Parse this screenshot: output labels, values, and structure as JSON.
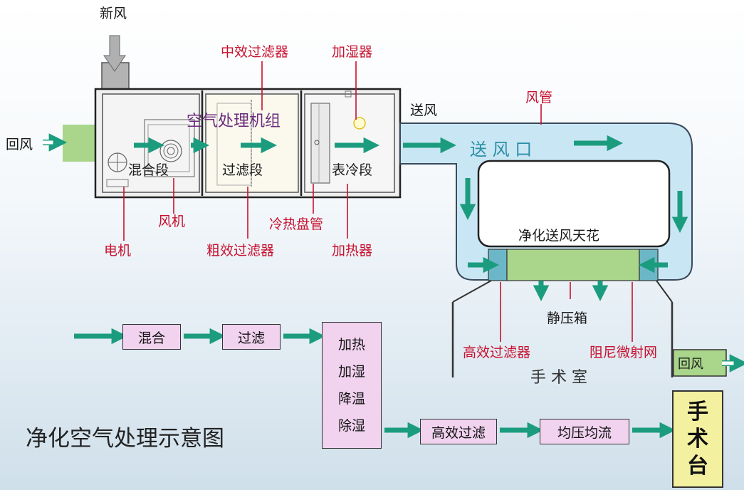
{
  "colors": {
    "arrow": "#1c9c7e",
    "duct_fill": "#c9e6f4",
    "label_red": "#c8102e",
    "flow_box": "#f1d3ef",
    "filter_green": "#a9d68a",
    "table_yellow": "#f3f0a0"
  },
  "ahu": {
    "unit_title": "空气处理机组",
    "fresh_air": "新风",
    "return_air_in": "回风",
    "supply_air": "送风",
    "sections": [
      "混合段",
      "过滤段",
      "表冷段"
    ],
    "labels": {
      "medium_filter": "中效过滤器",
      "humidifier": "加湿器",
      "fan": "风机",
      "motor": "电机",
      "cooling_coil": "冷热盘管",
      "coarse_filter": "粗效过滤器",
      "heater": "加热器"
    }
  },
  "room": {
    "duct": "风管",
    "supply_outlet": "送 风 口",
    "ceiling": "净化送风天花",
    "static_box": "静压箱",
    "hepa": "高效过滤器",
    "damping_mesh": "阻尼微射网",
    "operating_room": "手 术 室",
    "return_air_out": "回风"
  },
  "flow": {
    "steps": [
      "混合",
      "过滤",
      "加热\n加湿\n降温\n除湿",
      "高效过滤",
      "均压均流"
    ],
    "table": "手\n术\n台"
  },
  "title": "净化空气处理示意图"
}
